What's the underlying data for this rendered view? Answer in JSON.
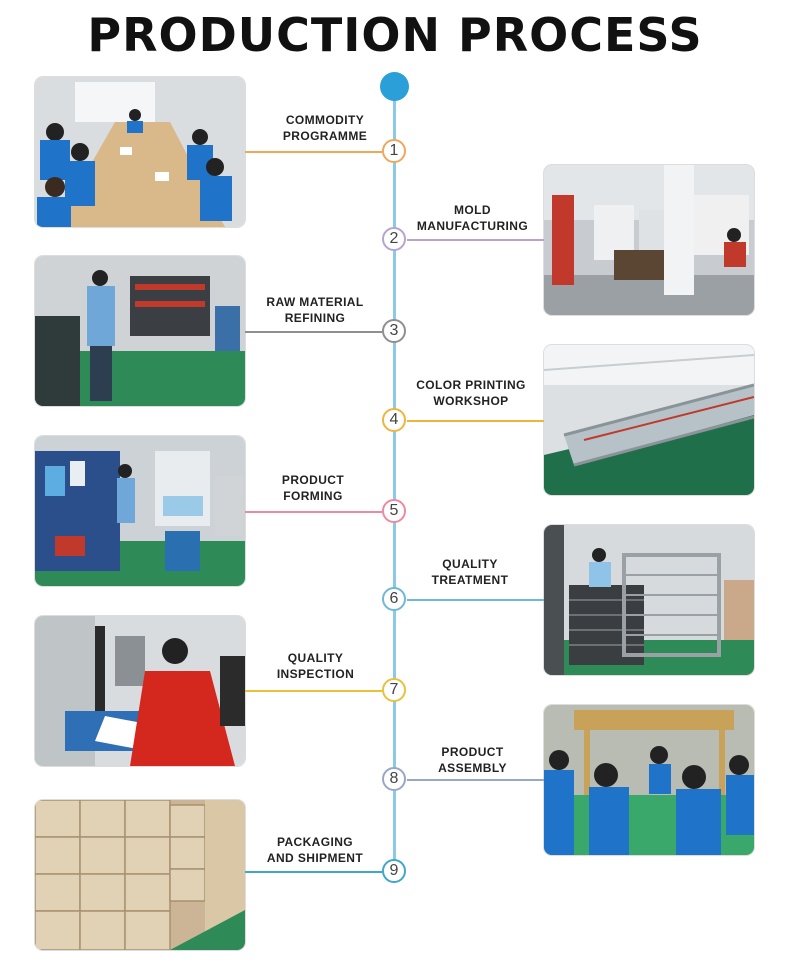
{
  "title": "PRODUCTION PROCESS",
  "steps": [
    {
      "number": "1",
      "label_line1": "COMMODITY",
      "label_line2": "PROGRAMME",
      "color": "#f2a65a",
      "photo": "meeting-room-photo"
    },
    {
      "number": "2",
      "label_line1": "MOLD",
      "label_line2": "MANUFACTURING",
      "color": "#b6a4cf",
      "photo": "mold-workshop-photo"
    },
    {
      "number": "3",
      "label_line1": "RAW MATERIAL",
      "label_line2": "REFINING",
      "color": "#8f8f8f",
      "photo": "material-refining-photo"
    },
    {
      "number": "4",
      "label_line1": "COLOR PRINTING",
      "label_line2": "WORKSHOP",
      "color": "#f0b43c",
      "photo": "printing-workshop-photo"
    },
    {
      "number": "5",
      "label_line1": "PRODUCT",
      "label_line2": "FORMING",
      "color": "#ee8aa0",
      "photo": "forming-machines-photo"
    },
    {
      "number": "6",
      "label_line1": "QUALITY",
      "label_line2": "TREATMENT",
      "color": "#6fb8d8",
      "photo": "quality-racks-photo"
    },
    {
      "number": "7",
      "label_line1": "QUALITY",
      "label_line2": "INSPECTION",
      "color": "#e8c23a",
      "photo": "inspection-worker-photo"
    },
    {
      "number": "8",
      "label_line1": "PRODUCT",
      "label_line2": "ASSEMBLY",
      "color": "#9aa6c8",
      "photo": "assembly-line-photo"
    },
    {
      "number": "9",
      "label_line1": "PACKAGING",
      "label_line2": "AND SHIPMENT",
      "color": "#3fa7c9",
      "photo": "carton-warehouse-photo"
    }
  ]
}
